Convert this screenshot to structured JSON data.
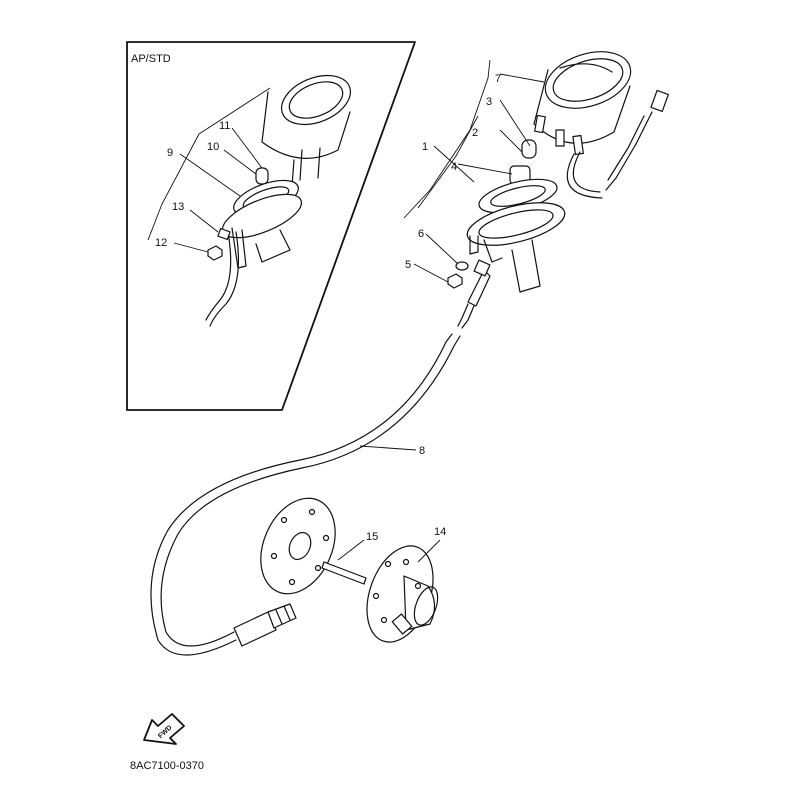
{
  "inset_label": "AP/STD",
  "part_numbers": [
    "1",
    "2",
    "3",
    "4",
    "5",
    "6",
    "7",
    "8",
    "9",
    "10",
    "11",
    "12",
    "13",
    "14",
    "15"
  ],
  "fwd_label": "FWD",
  "diagram_code": "8AC7100-0370",
  "colors": {
    "ink": "#111111",
    "paper": "#ffffff"
  }
}
